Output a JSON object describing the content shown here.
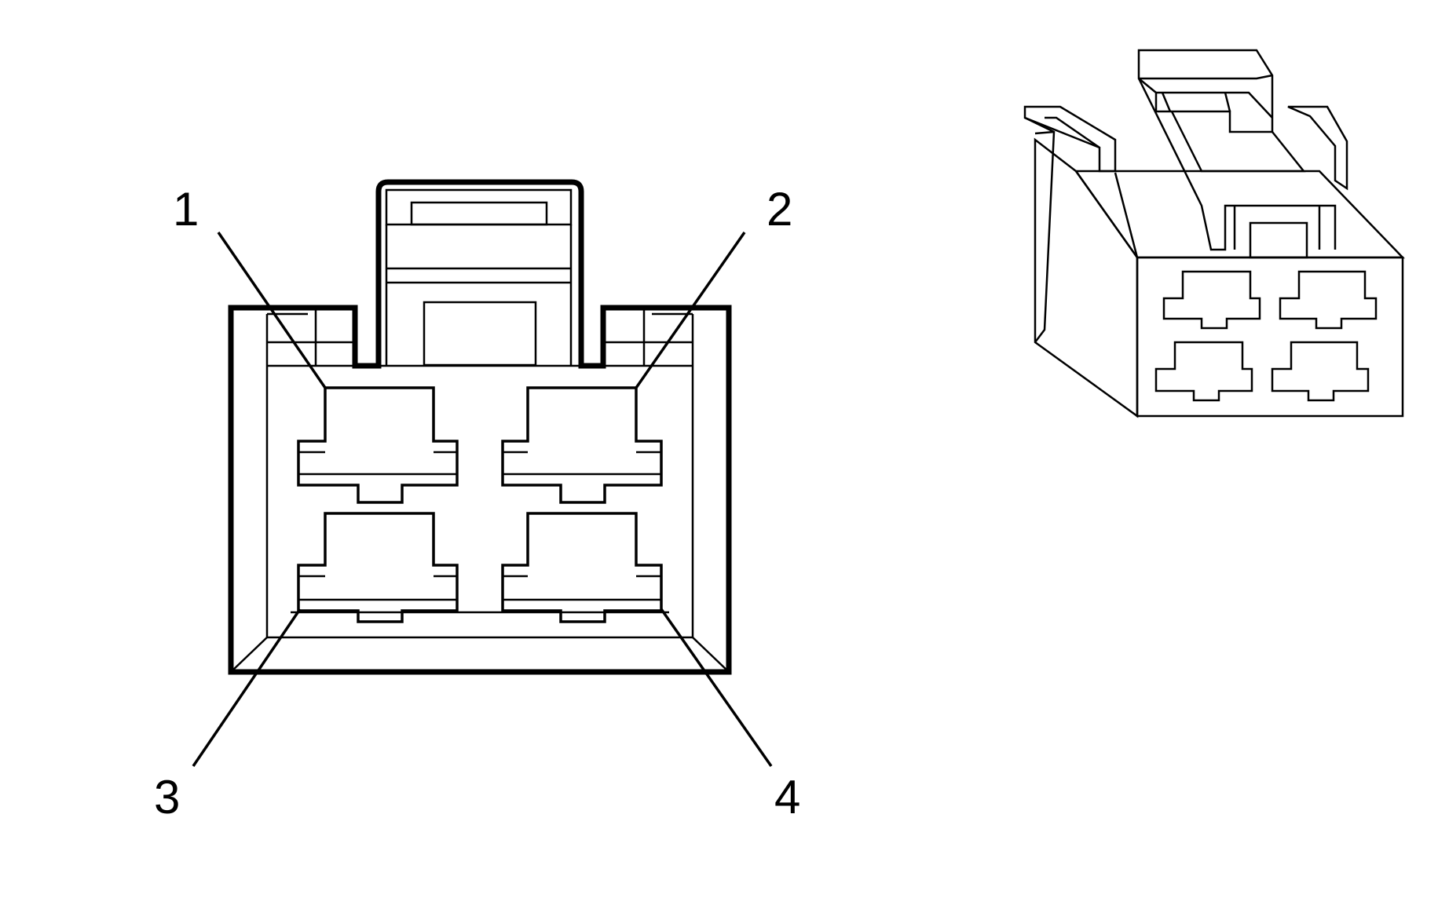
{
  "pins": [
    {
      "number": "1"
    },
    {
      "number": "2"
    },
    {
      "number": "3"
    },
    {
      "number": "4"
    }
  ],
  "colors": {
    "line": "#000000",
    "background": "#ffffff"
  }
}
